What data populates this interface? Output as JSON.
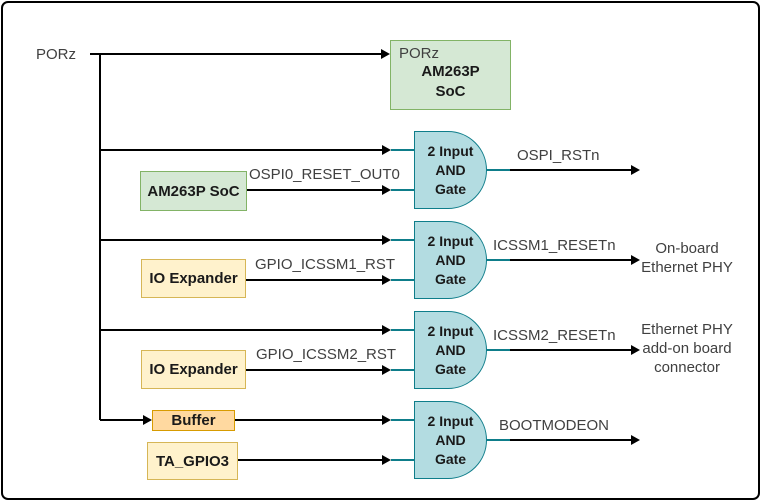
{
  "diagram": {
    "net_label": "PORz",
    "soc_box": {
      "pin_label": "PORz",
      "name_line1": "AM263P",
      "name_line2": "SoC"
    },
    "gate_label": {
      "line1": "2 Input",
      "line2": "AND",
      "line3": "Gate"
    },
    "rows": [
      {
        "source_label": "AM263P SoC",
        "signal_label": "OSPI0_RESET_OUT0",
        "output_label": "OSPI_RSTn"
      },
      {
        "source_label": "IO Expander",
        "signal_label": "GPIO_ICSSM1_RST",
        "output_label": "ICSSM1_RESETn",
        "destination_lines": [
          "On-board",
          "Ethernet PHY"
        ]
      },
      {
        "source_label": "IO Expander",
        "signal_label": "GPIO_ICSSM2_RST",
        "output_label": "ICSSM2_RESETn",
        "destination_lines": [
          "Ethernet PHY",
          "add-on board",
          "connector"
        ]
      },
      {
        "source_label": "Buffer",
        "source2_label": "TA_GPIO3",
        "output_label": "BOOTMODEON"
      }
    ],
    "colors": {
      "green_fill": "#d5e8d4",
      "green_border": "#82b366",
      "yellow_fill": "#fff2cc",
      "yellow_border": "#d6b656",
      "orange_fill": "#ffd9a0",
      "orange_border": "#d79b00",
      "gate_fill": "#b3dce1",
      "gate_border": "#0e7d8a",
      "wire": "#000000"
    }
  }
}
